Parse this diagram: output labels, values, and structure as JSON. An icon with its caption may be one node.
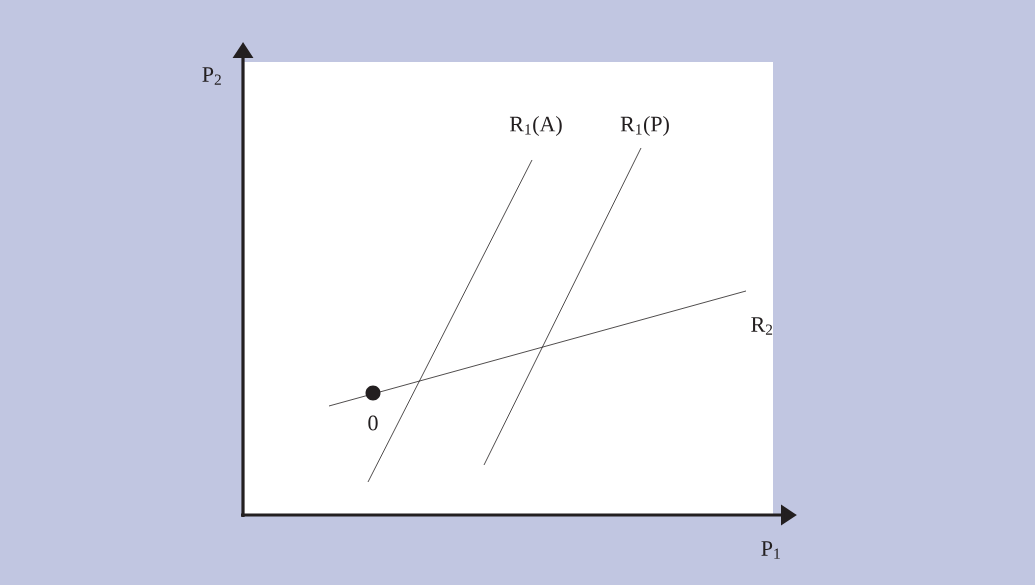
{
  "diagram": {
    "labels": [
      "P$_{2}$",
      "R$_{1}$(A)",
      "R$_{1}$(P)",
      "R$_{2}$",
      "0",
      "P$_{1}$"
    ]
  }
}
